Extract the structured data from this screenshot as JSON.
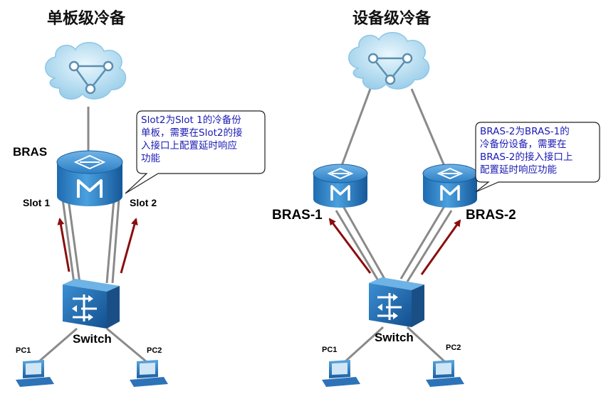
{
  "left": {
    "title": "单板级冷备",
    "bras_label": "BRAS",
    "slot1": "Slot 1",
    "slot2": "Slot 2",
    "switch_label": "Switch",
    "pc1": "PC1",
    "pc2": "PC2",
    "callout": [
      "Slot2为Slot 1的冷备份",
      "单板，需要在Slot2的接",
      "入接口上配置延时响应",
      "功能"
    ]
  },
  "right": {
    "title": "设备级冷备",
    "bras1": "BRAS-1",
    "bras2": "BRAS-2",
    "switch_label": "Switch",
    "pc1": "PC1",
    "pc2": "PC2",
    "callout": [
      "BRAS-2为BRAS-1的",
      "冷备份设备，需要在",
      "BRAS-2的接入接口上",
      "配置延时响应功能"
    ]
  },
  "colors": {
    "link": "#888888",
    "arrow": "#8b0e0e",
    "callout_text": "#1a1ab5",
    "device": "#1a6fb3",
    "cloud": "#bfe2f5"
  }
}
